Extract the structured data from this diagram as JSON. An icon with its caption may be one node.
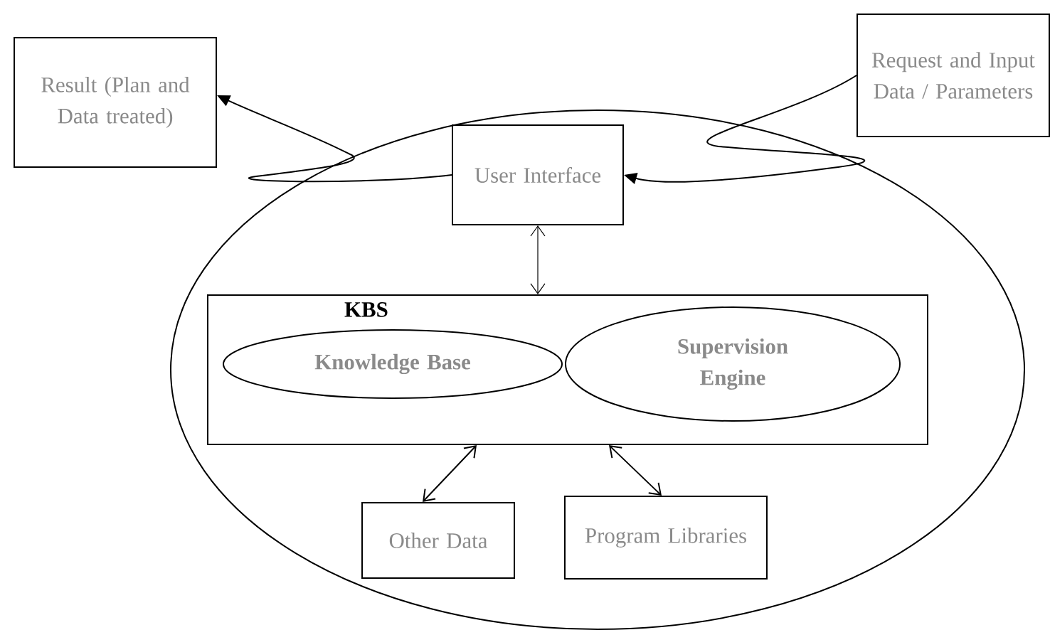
{
  "diagram": {
    "nodes": [
      {
        "text": [
          "Result (Plan and Data treated)"
        ]
      },
      {
        "text": [
          "Request and Input Data / Parameters"
        ]
      },
      {
        "text": [],
        "shape": "ellipse"
      },
      {
        "text": [
          "User Interface"
        ],
        "in": 2
      },
      {
        "text": [
          "KBS"
        ],
        "in": 2
      },
      {
        "text": [
          "Knowledge Base"
        ],
        "in": 4
      },
      {
        "text": [
          "Supervision Engine"
        ],
        "in": 4
      },
      {
        "text": [
          "Other Data"
        ],
        "in": 2
      },
      {
        "text": [
          "Program Libraries"
        ],
        "in": 2
      }
    ],
    "edges": [
      {
        "from": 3,
        "to": 0,
        "arrow": "to"
      },
      {
        "from": 1,
        "to": 3,
        "arrow": "to"
      },
      {
        "from": 3,
        "to": 4,
        "arrow": "both"
      },
      {
        "from": 4,
        "to": 7,
        "arrow": "both"
      },
      {
        "from": 4,
        "to": 8,
        "arrow": "both"
      }
    ]
  }
}
